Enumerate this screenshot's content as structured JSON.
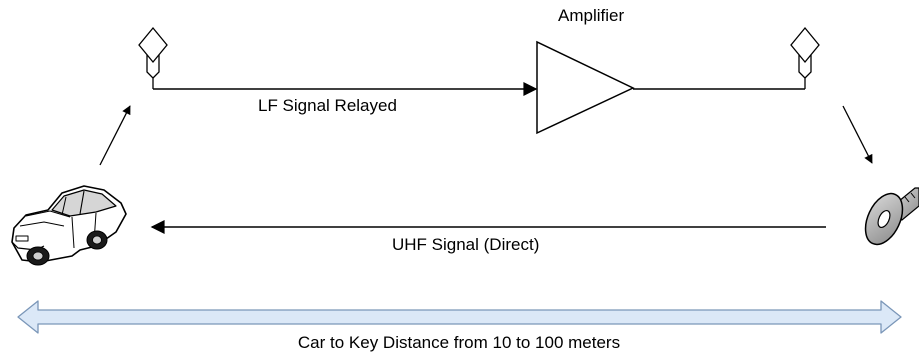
{
  "labels": {
    "amplifier": "Amplifier",
    "lf_signal": "LF Signal Relayed",
    "uhf_signal": "UHF Signal (Direct)",
    "distance": "Car to Key Distance from 10 to 100 meters"
  },
  "icons": {
    "vehicle": "car-icon",
    "key": "key-icon",
    "antenna": "antenna-icon"
  },
  "colors": {
    "line": "#000000",
    "distance_arrow_fill": "#dbe8f7",
    "distance_arrow_stroke": "#7a96b8"
  }
}
